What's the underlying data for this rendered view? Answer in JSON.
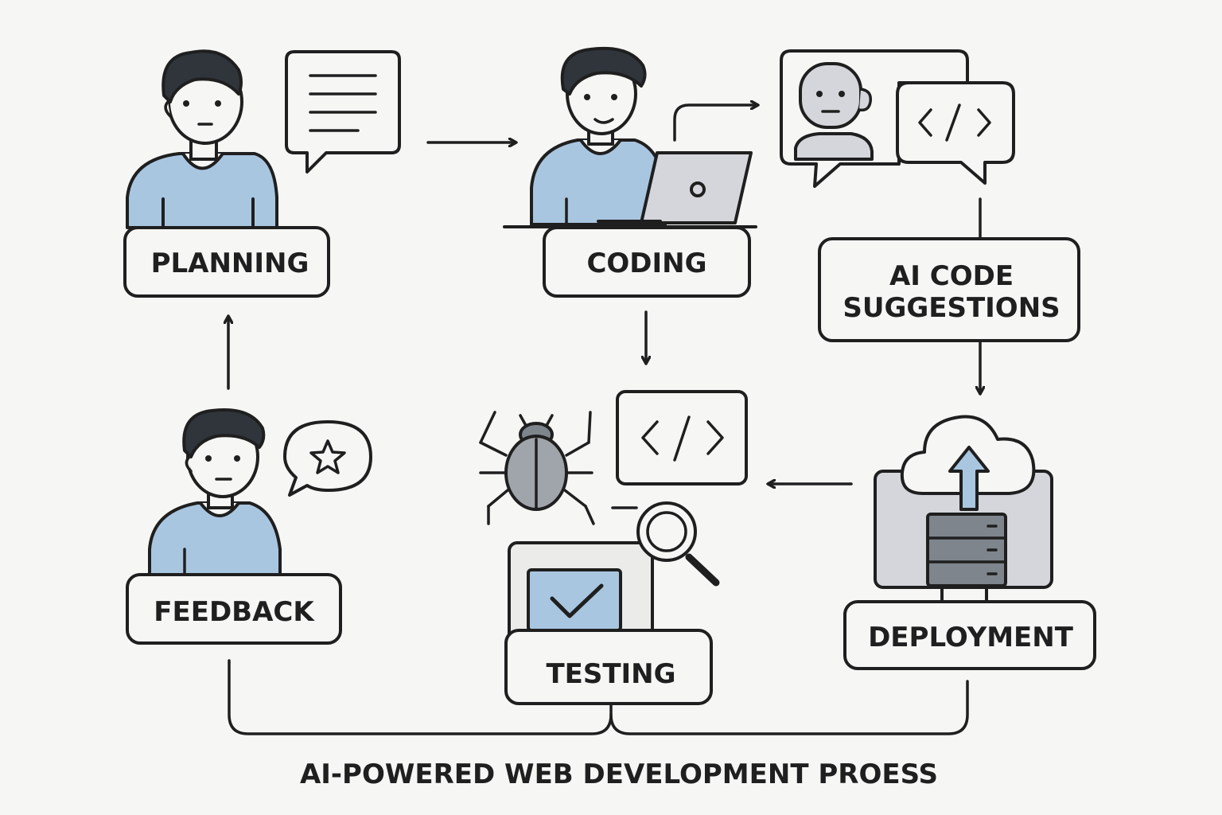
{
  "title": "AI-POWERED WEB DEVELOPMENT PROESS",
  "stages": {
    "planning": "PLANNING",
    "coding": "CODING",
    "ai_code_suggestions_line1": "AI CODE",
    "ai_code_suggestions_line2": "SUGGESTIONS",
    "deployment": "DEPLOYMENT",
    "testing": "TESTING",
    "feedback": "FEEDBACK"
  },
  "colors": {
    "background": "#f6f6f5",
    "line": "#1f1f1f",
    "accent_blue": "#a9c6e0",
    "device_gray": "#d4d6db",
    "dark_gray": "#8a8f96"
  },
  "icons": [
    "person-planning-icon",
    "chat-bubble-icon",
    "person-coding-icon",
    "laptop-icon",
    "robot-chat-icon",
    "code-bubble-icon",
    "bug-icon",
    "code-window-icon",
    "magnifier-icon",
    "checkbox-window-icon",
    "cloud-upload-icon",
    "server-icon",
    "person-feedback-icon",
    "star-bubble-icon"
  ]
}
